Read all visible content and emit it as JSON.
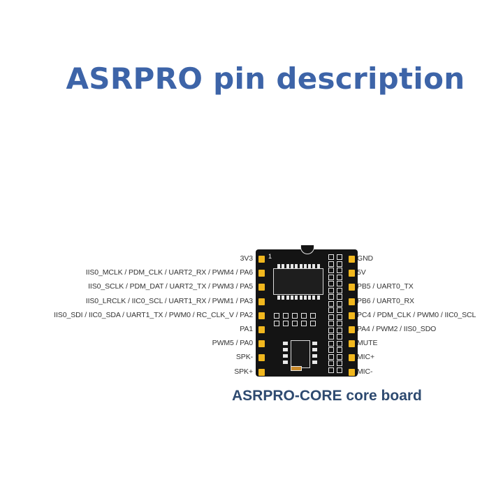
{
  "title": "ASRPRO pin description",
  "pin_one": "1",
  "caption": "ASRPRO-CORE core board",
  "left_pins": [
    "3V3",
    "IIS0_MCLK / PDM_CLK / UART2_RX / PWM4 / PA6",
    "IIS0_SCLK / PDM_DAT / UART2_TX / PWM3 / PA5",
    "IIS0_LRCLK / IIC0_SCL / UART1_RX / PWM1 / PA3",
    "IIS0_SDI / IIC0_SDA / UART1_TX / PWM0 / RC_CLK_V / PA2",
    "PA1",
    "PWM5 / PA0",
    "SPK-",
    "SPK+"
  ],
  "right_pins": [
    "GND",
    "5V",
    "PB5 / UART0_TX",
    "PB6 / UART0_RX",
    "PC4 / PDM_CLK  / PWM0 / IIC0_SCL",
    "PA4 / PWM2 / IIS0_SDO",
    "MUTE",
    "MIC+",
    "MIC-"
  ],
  "colors": {
    "title": "#3d64a8",
    "caption": "#2e4a70",
    "board": "#141414",
    "pad": "#f1b71e"
  }
}
